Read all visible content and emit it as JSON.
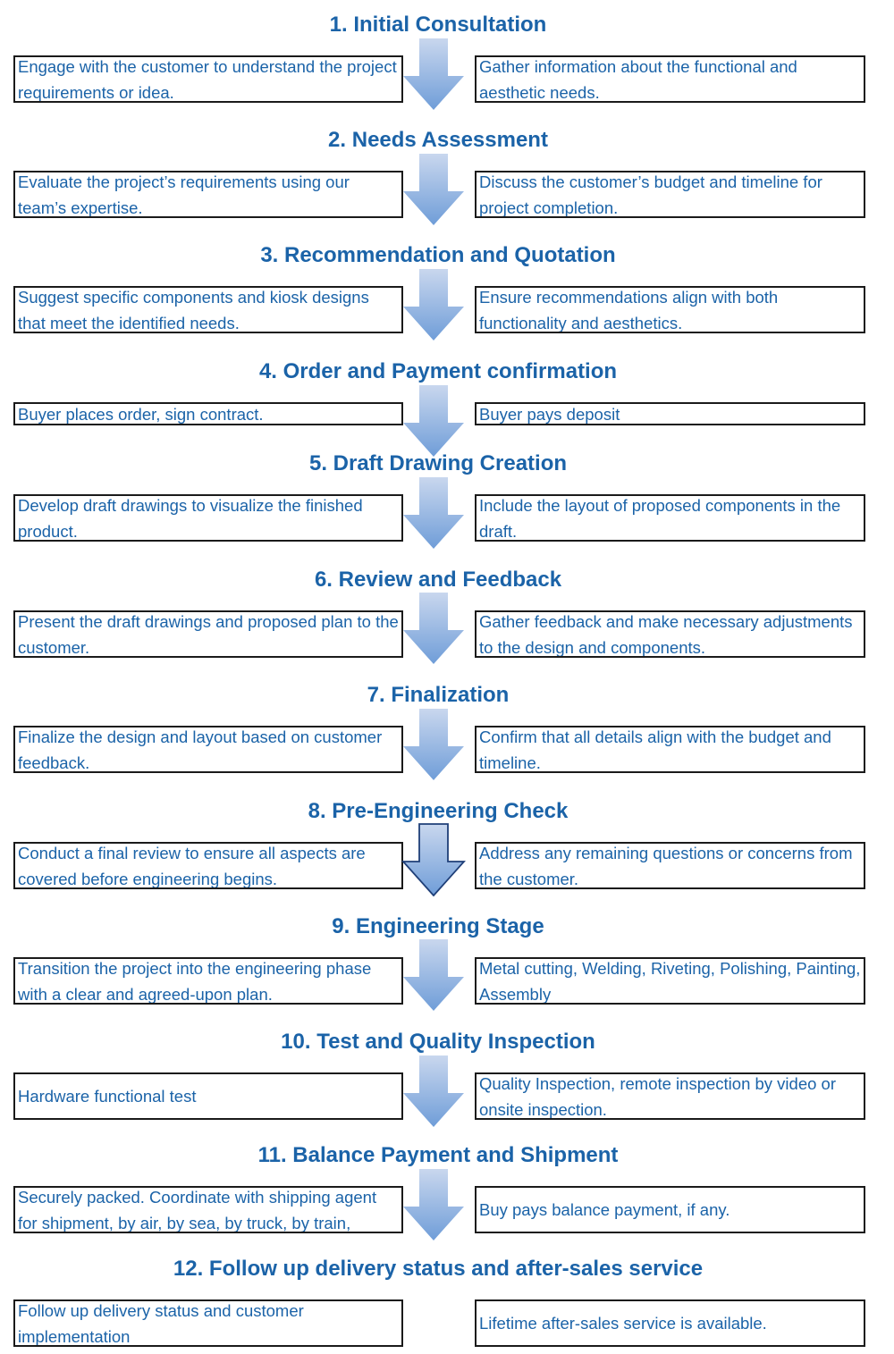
{
  "colors": {
    "title": "#1b63a8",
    "text": "#1b63a8",
    "box_border": "#1a1a1a",
    "arrow_light": "#c9d7ee",
    "arrow_dark": "#6f9dd8",
    "arrow_outline": "#1f3f78"
  },
  "icons": {
    "arrow": "down-arrow-icon"
  },
  "steps": [
    {
      "title": "1. Initial Consultation",
      "left": "Engage with the customer to understand the project requirements or idea.",
      "right": "Gather information about the functional and aesthetic needs."
    },
    {
      "title": "2. Needs Assessment",
      "left": "Evaluate the project’s requirements using our team’s expertise.",
      "right": "Discuss the customer’s budget and timeline for project completion."
    },
    {
      "title": "3. Recommendation and Quotation",
      "left": "Suggest specific components and kiosk designs that meet the identified needs.",
      "right": "Ensure recommendations align with both functionality and aesthetics."
    },
    {
      "title": "4. Order and Payment confirmation",
      "left": "Buyer places order, sign contract.",
      "right": "Buyer pays deposit"
    },
    {
      "title": "5. Draft Drawing Creation",
      "left": "Develop draft drawings to visualize the finished product.",
      "right": "Include the layout of proposed components in the draft."
    },
    {
      "title": "6. Review and Feedback",
      "left": "Present the draft drawings and proposed plan to the customer.",
      "right": "Gather feedback and make necessary adjustments to the design and components."
    },
    {
      "title": "7.  Finalization",
      "left": "Finalize the design and layout based on customer feedback.",
      "right": "Confirm that all details align with the budget and timeline."
    },
    {
      "title": "8. Pre-Engineering Check",
      "left": "Conduct a final review to ensure all aspects are covered before engineering begins.",
      "right": "Address any remaining questions or concerns from the customer."
    },
    {
      "title": "9. Engineering Stage",
      "left": "Transition the project into the engineering phase with a clear and agreed-upon plan.",
      "right": "Metal cutting, Welding, Riveting, Polishing, Painting, Assembly"
    },
    {
      "title": "10. Test and Quality Inspection",
      "left": "Hardware functional test",
      "right": "Quality Inspection, remote inspection by video or onsite inspection."
    },
    {
      "title": "11. Balance Payment and Shipment",
      "left": "Securely packed. Coordinate with shipping agent for shipment, by air, by sea, by truck, by train,",
      "right": "Buy pays balance payment, if any."
    },
    {
      "title": "12. Follow up delivery status and after-sales service",
      "left": "Follow up delivery status and customer implementation",
      "right": "Lifetime after-sales service is available."
    }
  ]
}
